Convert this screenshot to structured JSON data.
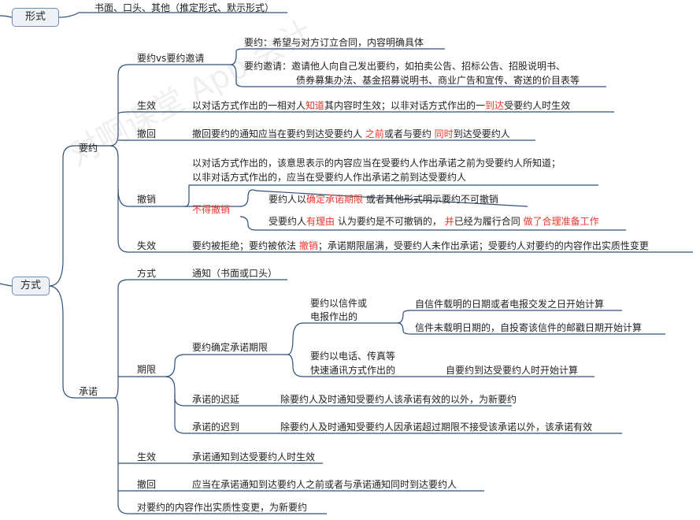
{
  "watermark": "对啊课堂 App 会计",
  "form": {
    "label": "形式",
    "desc": "书面、口头、其他（推定形式、默示形式）"
  },
  "method": {
    "label": "方式",
    "offer": {
      "label": "要约",
      "vs": {
        "label": "要约vs要约邀请",
        "offer_def": "要约：希望与对方订立合同，内容明确具体",
        "invite_line1": "要约邀请：邀请他人向自己发出要约，如拍卖公告、招标公告、招股说明书、",
        "invite_line2": "债券募集办法、基金招募说明书、商业广告和宣传、寄送的价目表等"
      },
      "effect": {
        "label": "生效",
        "p1": "以对话方式作出的一相对人",
        "r1": "知道",
        "p2": "其内容时生效；以非对话方式作出的一",
        "r2": "到达",
        "p3": "受要约人时生效"
      },
      "withdraw": {
        "label": "撤回",
        "p1": "撤回要约的通知应当在要约到达受要约人 ",
        "r1": "之前",
        "p2": "或者与要约 ",
        "r2": "同时",
        "p3": "到达受要约人"
      },
      "revoke": {
        "label": "撤销",
        "line1": "以对话方式作出的，该意思表示的内容应当在受要约人作出承诺之前为受要约人所知道；",
        "line2": "以非对话方式作出的，应当在受要约人作出承诺之前到达受要约人",
        "no_revoke": "不得撤销",
        "nr1_p1": "要约人以",
        "nr1_r1": "确定承诺期限",
        "nr1_p2": "或者其他形式明示要约不可撤销",
        "nr2_p1": "受要约人",
        "nr2_r1": "有理由",
        "nr2_p2": "认为要约是不可撤销的，",
        "nr2_r2": "并",
        "nr2_p3": "已经为履行合同",
        "nr2_r3": "做了合理准备工作"
      },
      "invalid": {
        "label": "失效",
        "p1": "要约被拒绝；要约被依法 ",
        "r1": "撤销",
        "p2": "；承诺期限届满，受要约人未作出承诺；受要约人对要约的内容作出实质性变更"
      }
    },
    "acceptance": {
      "label": "承诺",
      "mode": {
        "label": "方式",
        "desc": "通知（书面或口头）"
      },
      "period": {
        "label": "期限",
        "fixed": {
          "label": "要约确定承诺期限",
          "letter_line1": "要约以信件或",
          "letter_line2": "电报作出的",
          "letter_a": "自信件载明的日期或者电报交发之日开始计算",
          "letter_b": "信件未载明日期的，自投寄该信件的邮戳日期开始计算",
          "fast_line1": "要约以电话、传真等",
          "fast_line2": "快速通讯方式作出的",
          "fast_a": "自要约到达受要约人时开始计算"
        },
        "late": {
          "label": "承诺的迟延",
          "desc": "除要约人及时通知受要约人该承诺有效的以外，为新要约"
        },
        "delayed": {
          "label": "承诺的迟到",
          "desc": "除要约人及时通知受要约人因承诺超过期限不接受该承诺以外，该承诺有效"
        }
      },
      "effect": {
        "label": "生效",
        "desc": "承诺通知到达受要约人时生效"
      },
      "withdraw": {
        "label": "撤回",
        "desc": "应当在承诺通知到达要约人之前或者与承诺通知同时到达要约人"
      },
      "change": "对要约的内容作出实质性变更，为新要约"
    }
  },
  "colors": {
    "line": "#2f4f7a",
    "accent": "#e8352a",
    "box_fill": "#eef2f6"
  }
}
